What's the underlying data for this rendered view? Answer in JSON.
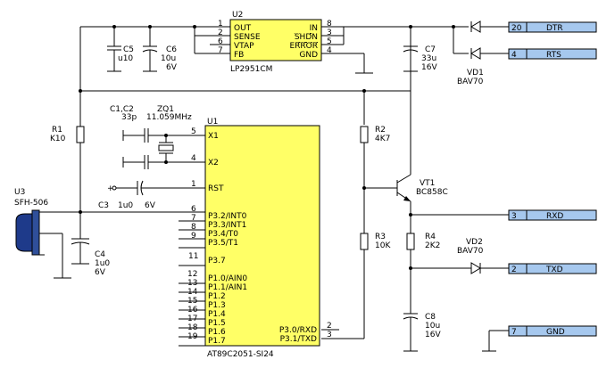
{
  "u2": {
    "ref": "U2",
    "part": "LP2951CM",
    "pins_left": [
      {
        "num": "1",
        "name": "OUT"
      },
      {
        "num": "2",
        "name": "SENSE"
      },
      {
        "num": "6",
        "name": "VTAP"
      },
      {
        "num": "7",
        "name": "FB"
      }
    ],
    "pins_right": [
      {
        "num": "8",
        "name": "IN"
      },
      {
        "num": "3",
        "name": "SHDN"
      },
      {
        "num": "5",
        "name": "ERROR"
      },
      {
        "num": "4",
        "name": "GND"
      }
    ]
  },
  "u1": {
    "ref": "U1",
    "part": "AT89C2051-SI24",
    "pins_left": [
      {
        "num": "5",
        "name": "X1"
      },
      {
        "num": "4",
        "name": "X2"
      },
      {
        "num": "1",
        "name": "RST"
      },
      {
        "num": "6",
        "name": "P3.2/INT0"
      },
      {
        "num": "7",
        "name": "P3.3/INT1"
      },
      {
        "num": "8",
        "name": "P3.4/T0"
      },
      {
        "num": "9",
        "name": "P3.5/T1"
      },
      {
        "num": "11",
        "name": "P3.7"
      },
      {
        "num": "12",
        "name": "P1.0/AIN0"
      },
      {
        "num": "13",
        "name": "P1.1/AIN1"
      },
      {
        "num": "14",
        "name": "P1.2"
      },
      {
        "num": "15",
        "name": "P1.3"
      },
      {
        "num": "16",
        "name": "P1.4"
      },
      {
        "num": "17",
        "name": "P1.5"
      },
      {
        "num": "18",
        "name": "P1.6"
      },
      {
        "num": "19",
        "name": "P1.7"
      }
    ],
    "pins_right": [
      {
        "num": "2",
        "name": "P3.0/RXD"
      },
      {
        "num": "3",
        "name": "P3.1/TXD"
      }
    ]
  },
  "components": {
    "c5": {
      "ref": "C5",
      "value": "u10"
    },
    "c6": {
      "ref": "C6",
      "value": "10u",
      "voltage": "6V"
    },
    "c7": {
      "ref": "C7",
      "value": "33u",
      "voltage": "16V"
    },
    "vd1": {
      "ref": "VD1",
      "part": "BAV70"
    },
    "c1c2": {
      "ref": "C1,C2",
      "value": "33p"
    },
    "zq1": {
      "ref": "ZQ1",
      "value": "11.059MHz"
    },
    "r1": {
      "ref": "R1",
      "value": "K10"
    },
    "r2": {
      "ref": "R2",
      "value": "4K7"
    },
    "r3": {
      "ref": "R3",
      "value": "10K"
    },
    "r4": {
      "ref": "R4",
      "value": "2K2"
    },
    "vt1": {
      "ref": "VT1",
      "part": "BC858C"
    },
    "vd2": {
      "ref": "VD2",
      "part": "BAV70"
    },
    "c3": {
      "ref": "C3",
      "value": "1u0",
      "voltage": "6V",
      "plus": "+"
    },
    "c4": {
      "ref": "C4",
      "value": "1u0",
      "voltage": "6V"
    },
    "c8": {
      "ref": "C8",
      "value": "10u",
      "voltage": "16V"
    },
    "u3": {
      "ref": "U3",
      "part": "SFH-506"
    }
  },
  "connectors": [
    {
      "num": "20",
      "signal": "DTR"
    },
    {
      "num": "4",
      "signal": "RTS"
    },
    {
      "num": "3",
      "signal": "RXD"
    },
    {
      "num": "2",
      "signal": "TXD"
    },
    {
      "num": "7",
      "signal": "GND"
    }
  ]
}
